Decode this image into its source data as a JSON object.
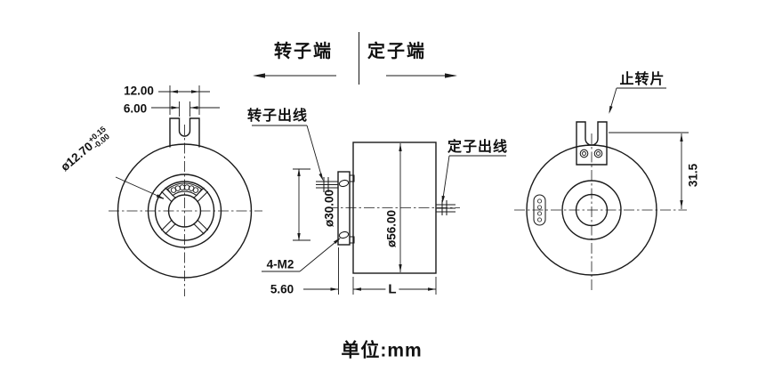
{
  "header": {
    "rotor_side_label": "转子端",
    "stator_side_label": "定子端"
  },
  "left_view": {
    "fork_width": "12.00",
    "fork_slot_width": "6.00",
    "bore_diameter": "ø12.70",
    "bore_tolerance_upper": "+0.15",
    "bore_tolerance_lower": "-0.00"
  },
  "middle_view": {
    "rotor_wires_label": "转子出线",
    "stator_wires_label": "定子出线",
    "bolt_circle_diameter": "ø30.00",
    "body_diameter": "ø56.00",
    "screw_spec": "4-M2",
    "flange_thickness": "5.60",
    "body_length": "L"
  },
  "right_view": {
    "stop_tab_label": "止转片",
    "tab_height": "31.5"
  },
  "footer": {
    "units_label": "单位:mm"
  },
  "colors": {
    "line": "#1a1a1a",
    "background": "#ffffff"
  }
}
